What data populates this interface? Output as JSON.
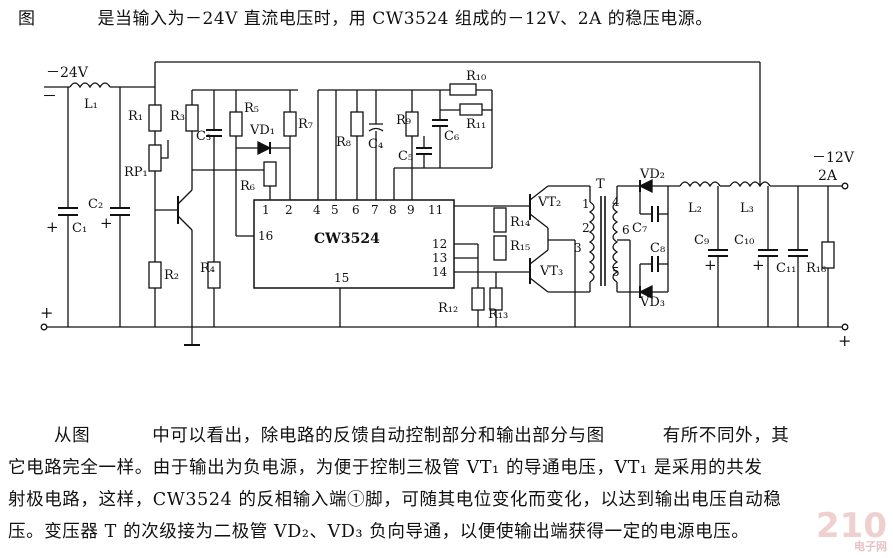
{
  "caption": {
    "prefix": "图",
    "text": "是当输入为－24V 直流电压时，用 CW3524 组成的－12V、2A 的稳压电源。"
  },
  "schematic": {
    "input_voltage": "－24V",
    "output_voltage": "－12V",
    "output_current": "2A",
    "ic_name": "CW3524",
    "ic_top_pins": [
      "1",
      "2",
      "4",
      "5",
      "6",
      "7",
      "8",
      "9",
      "11"
    ],
    "ic_right_pins": [
      "12",
      "13",
      "14"
    ],
    "ic_left_pin": "16",
    "ic_bottom_pin": "15",
    "labels": {
      "L1": "L₁",
      "R1": "R₁",
      "RP1": "RP₁",
      "C1": "C₁",
      "C2": "C₂",
      "R2": "R₂",
      "R3": "R₃",
      "C3": "C₃",
      "R4": "R₄",
      "R5": "R₅",
      "VD1": "VD₁",
      "R6": "R₆",
      "R7": "R₇",
      "R8": "R₈",
      "C4": "C₄",
      "R9": "R₉",
      "C5": "C₅",
      "C6": "C₆",
      "R10": "R₁₀",
      "R11": "R₁₁",
      "R12": "R₁₂",
      "R13": "R₁₃",
      "R14": "R₁₄",
      "R15": "R₁₅",
      "VT2": "VT₂",
      "VT3": "VT₃",
      "T": "T",
      "VD2": "VD₂",
      "VD3": "VD₃",
      "C7": "C₇",
      "C8": "C₈",
      "L2": "L₂",
      "L3": "L₃",
      "C9": "C₉",
      "C10": "C₁₀",
      "C11": "C₁₁",
      "R16": "R₁₆"
    },
    "transformer_pins": [
      "1",
      "2",
      "3",
      "4",
      "5",
      "6"
    ],
    "plus": "+",
    "minus": "－"
  },
  "paragraph": {
    "l1a": "从图",
    "l1b": "中可以看出，除电路的反馈自动控制部分和输出部分与图",
    "l1c": "有所不同外，其",
    "l2": "它电路完全一样。由于输出为负电源，为便于控制三极管 VT₁ 的导通电压，VT₁ 是采用的共发",
    "l3": "射极电路，这样，CW3524 的反相输入端①脚，可随其电位变化而变化，以达到输出电压自动稳",
    "l4": "压。变压器 T 的次级接为二极管 VD₂、VD₃ 负向导通，以便使输出端获得一定的电源电压。"
  },
  "watermark": {
    "main": "210",
    "sub": "电子网"
  }
}
